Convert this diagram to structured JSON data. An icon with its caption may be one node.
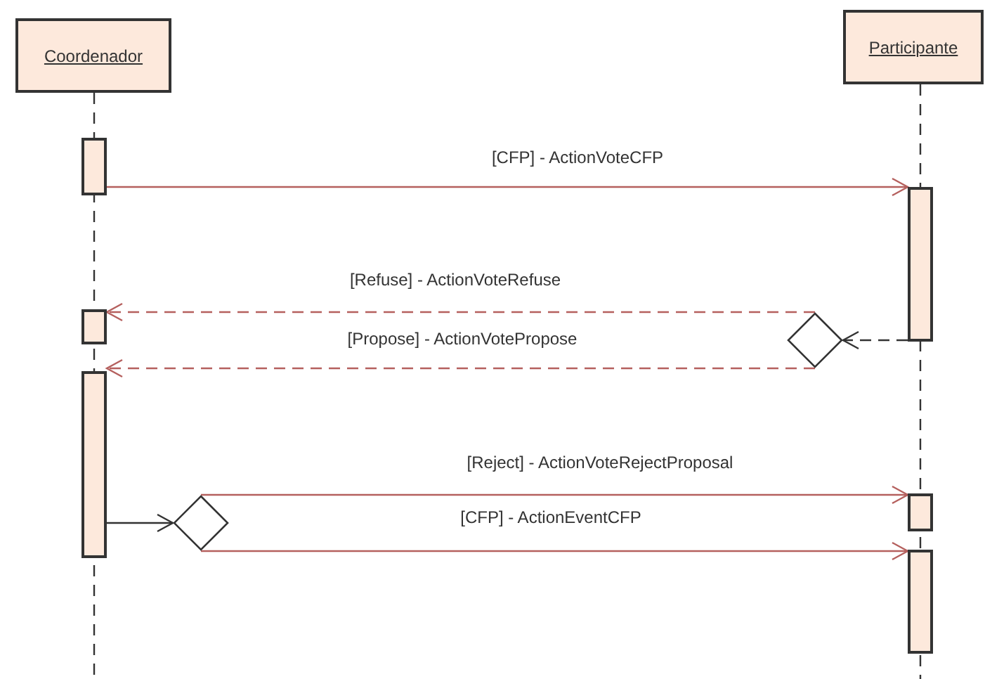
{
  "diagram": {
    "nodes": [
      {
        "text": [
          "Coordenador"
        ]
      },
      {
        "text": [
          "Participante"
        ]
      },
      {
        "text": [],
        "shape": "bar"
      },
      {
        "text": [],
        "shape": "bar"
      },
      {
        "text": [],
        "shape": "bar"
      },
      {
        "text": [],
        "shape": "bar"
      },
      {
        "text": [],
        "shape": "bar"
      },
      {
        "text": [],
        "shape": "bar"
      },
      {
        "text": [],
        "shape": "diamond"
      },
      {
        "text": [],
        "shape": "diamond"
      }
    ],
    "edges": [
      {
        "from": 2,
        "to": 3,
        "arrow": "to",
        "label": "[CFP] - ActionVoteCFP"
      },
      {
        "from": 3,
        "to": 8,
        "arrow": "to",
        "style": "dashed",
        "color": "#333333"
      },
      {
        "from": 8,
        "to": 4,
        "arrow": "to",
        "style": "dashed",
        "label": "[Refuse] - ActionVoteRefuse"
      },
      {
        "from": 8,
        "to": 5,
        "arrow": "to",
        "style": "dashed",
        "label": "[Propose] - ActionVotePropose"
      },
      {
        "from": 5,
        "to": 9,
        "arrow": "to",
        "color": "#333333"
      },
      {
        "from": 9,
        "to": 6,
        "arrow": "to",
        "label": "[Reject] - ActionVoteRejectProposal"
      },
      {
        "from": 9,
        "to": 7,
        "arrow": "to",
        "label": "[CFP] - ActionEventCFP"
      }
    ]
  }
}
